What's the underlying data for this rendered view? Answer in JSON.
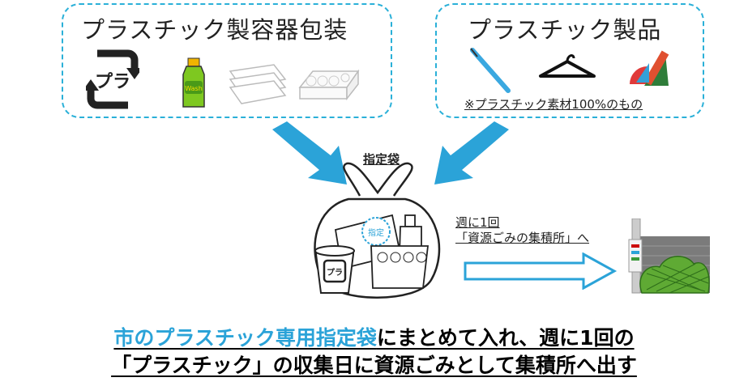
{
  "left_box": {
    "title": "プラスチック製容器包装",
    "recycle_mark_text": "プラ",
    "bottle_label": "Wash"
  },
  "right_box": {
    "title": "プラスチック製品",
    "note": "※プラスチック素材100%のもの"
  },
  "bag": {
    "label": "指定袋",
    "stamp": "指定",
    "cup_mark_text": "プラ"
  },
  "transfer": {
    "line1": "週に1回",
    "line2": "「資源ごみの集積所」へ"
  },
  "bottom": {
    "line1_highlight": "市のプラスチック専用指定袋",
    "line1_rest": "にまとめて入れ、週に1回の",
    "line2": "「プラスチック」の収集日に資源ごみとして集積所へ出す"
  },
  "colors": {
    "accent_blue": "#2ba3d8",
    "dashed_border": "#2ab0d8",
    "net_green": "#4a9a2a"
  }
}
